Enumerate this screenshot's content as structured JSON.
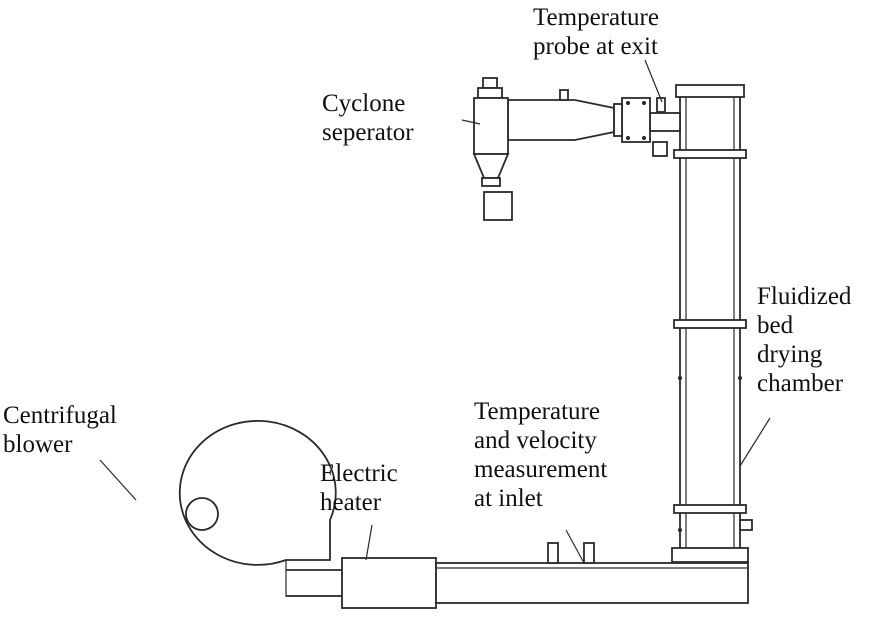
{
  "labels": {
    "probe_exit": [
      "Temperature",
      "probe at exit"
    ],
    "cyclone": [
      "Cyclone",
      "seperator"
    ],
    "chamber": [
      "Fluidized",
      "bed",
      "drying",
      "chamber"
    ],
    "blower": [
      "Centrifugal",
      "blower"
    ],
    "heater": [
      "Electric",
      "heater"
    ],
    "inlet": [
      "Temperature",
      "and velocity",
      "measurement",
      "at inlet"
    ]
  },
  "colors": {
    "line": "#2a2a2a",
    "text": "#111111",
    "background": "#ffffff"
  }
}
